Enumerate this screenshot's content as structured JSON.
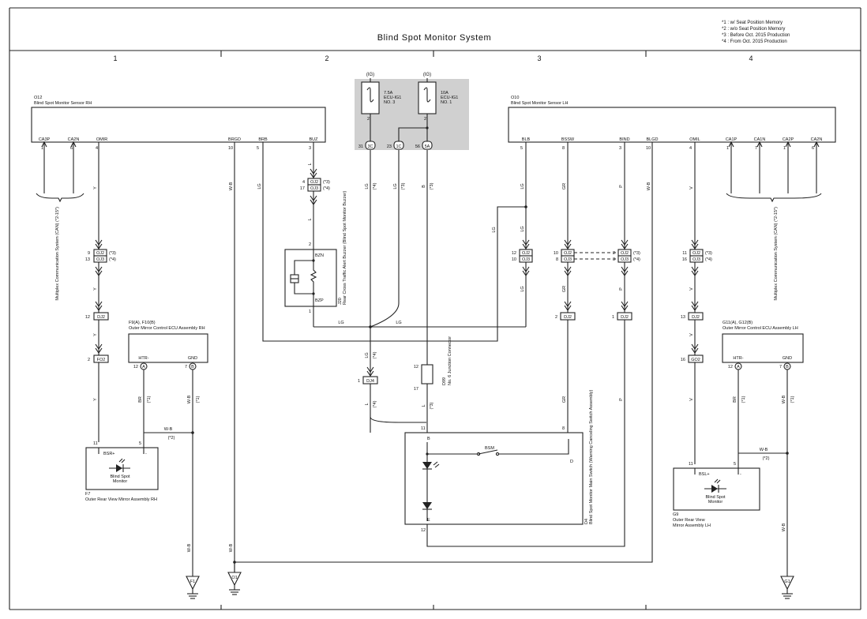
{
  "title": "Blind Spot Monitor System",
  "notes": [
    "*1 : w/ Seat Position Memory",
    "*2 : w/o Seat Position Memory",
    "*3 : Before Oct. 2015 Production",
    "*4 : From Oct. 2015 Production"
  ],
  "columns": [
    "1",
    "2",
    "3",
    "4"
  ],
  "fuses": {
    "ig": "(IG)",
    "f1": [
      "7.5A",
      "ECU-IG1",
      "NO. 3"
    ],
    "f2": [
      "10A",
      "ECU-IG1",
      "NO. 1"
    ],
    "pins": [
      "2",
      "2"
    ],
    "junction_pins": [
      "31",
      "23",
      "56"
    ],
    "junction_ids": [
      "3C",
      "1C",
      "5A"
    ]
  },
  "sensor_rh": {
    "id": "O12",
    "name": "Blind Spot Monitor Sensor RH",
    "terminals": [
      "CA3P",
      "CA2N",
      "OMIR",
      "BRGD",
      "BRB",
      "BUZ"
    ],
    "pins": [
      "1",
      "6",
      "4",
      "10",
      "5",
      "3"
    ]
  },
  "sensor_lh": {
    "id": "O10",
    "name": "Blind Spot Monitor Sensor LH",
    "terminals": [
      "BLB",
      "BSSW",
      "BIND",
      "BLGD",
      "OMIL",
      "CA1P",
      "CA1N",
      "CA2P",
      "CA2N"
    ],
    "pins": [
      "5",
      "8",
      "3",
      "10",
      "4",
      "1",
      "7",
      "1",
      "6"
    ]
  },
  "can_label": "Multiplex Communication System (CAN) (*2-15*)",
  "buzzer": {
    "id": "J20",
    "name": "Rear Cross Traffic Alert Buzzer (Blind Spot Monitor Buzzer)",
    "terminals": [
      "BZN",
      "BZP"
    ],
    "pins": [
      "2",
      "1"
    ]
  },
  "main_switch": {
    "id": "D4",
    "name": "Blind Spot Monitor Main Switch (Warning Canceling Switch Assembly)",
    "terminals": [
      "B",
      "D",
      "E",
      "BSM"
    ],
    "pins": [
      "11",
      "8",
      "12"
    ]
  },
  "junction_connector": {
    "id": "D99",
    "name": "No. 6 Junction Connector",
    "pins": [
      "12",
      "17"
    ]
  },
  "mirror_ecu_rh": {
    "id": "F9(A), F10(B)",
    "name": "Outer Mirror Control ECU Assembly RH",
    "terminals": [
      "HTR-",
      "GND"
    ],
    "pins": [
      "12",
      "7"
    ],
    "connectors": [
      "A",
      "B"
    ]
  },
  "mirror_ecu_lh": {
    "id": "G11(A), G12(B)",
    "name": "Outer Mirror Control ECU Assembly LH",
    "terminals": [
      "HTR-",
      "GND"
    ],
    "pins": [
      "12",
      "7"
    ],
    "connectors": [
      "A",
      "B"
    ]
  },
  "mirror_rh": {
    "id": "F7",
    "name": "Outer Rear View Mirror Assembly RH",
    "terminals": [
      "BSR+",
      "-"
    ],
    "pins": [
      "11",
      "5"
    ],
    "inner": [
      "Blind Spot",
      "Monitor"
    ]
  },
  "mirror_lh": {
    "id": "G9",
    "name": [
      "Outer Rear View",
      "Mirror Assembly LH"
    ],
    "terminals": [
      "BSL+",
      "-"
    ],
    "pins": [
      "11",
      "5"
    ],
    "inner": [
      "Blind Spot",
      "Monitor"
    ]
  },
  "connectors": {
    "OJ2": "OJ2",
    "OJ3": "OJ3",
    "DJ2": "DJ2",
    "FO2": "FO2",
    "DJ4": "DJ4",
    "GO2": "GO2",
    "OJ2_3": "(*3)",
    "OJ3_4": "(*4)"
  },
  "grounds": [
    "F1",
    "O1",
    "G1"
  ],
  "wire_colors": {
    "Y": "Y",
    "LG": "LG",
    "L": "L",
    "B": "B",
    "GR": "GR",
    "P": "P",
    "V": "V",
    "WB": "W-B",
    "BR": "BR"
  },
  "mark": {
    "s1": "(*1)",
    "s2": "(*2)",
    "s3": "(*3)",
    "s4": "(*4)"
  }
}
